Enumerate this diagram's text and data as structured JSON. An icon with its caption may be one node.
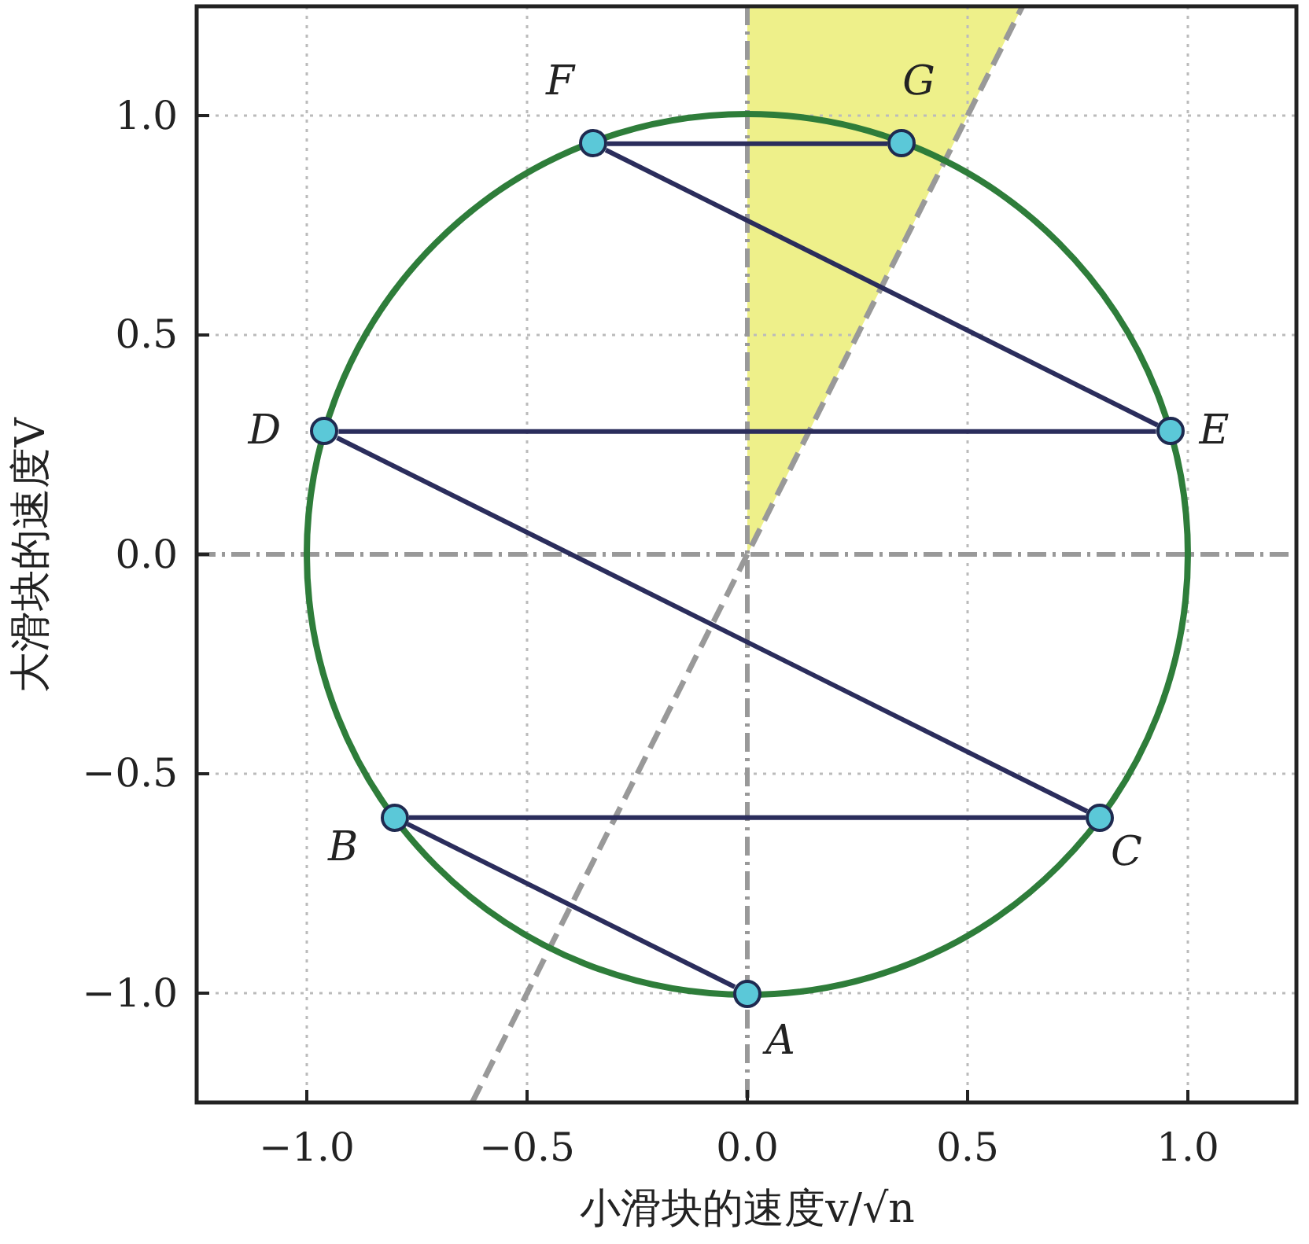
{
  "diagram": {
    "nodes": [
      {
        "text": [],
        "shape": "circle",
        "beside": [
          "A"
        ]
      },
      {
        "text": [],
        "shape": "circle",
        "beside": [
          "B"
        ]
      },
      {
        "text": [],
        "shape": "circle",
        "beside": [
          "C"
        ]
      },
      {
        "text": [],
        "shape": "circle",
        "beside": [
          "D"
        ]
      },
      {
        "text": [],
        "shape": "circle",
        "beside": [
          "E"
        ]
      },
      {
        "text": [],
        "shape": "circle",
        "beside": [
          "F"
        ]
      },
      {
        "text": [],
        "shape": "circle",
        "beside": [
          "G"
        ]
      }
    ],
    "edges": [
      {
        "from": 0,
        "to": 1,
        "arrow": "none"
      },
      {
        "from": 1,
        "to": 2,
        "arrow": "none"
      },
      {
        "from": 2,
        "to": 3,
        "arrow": "none"
      },
      {
        "from": 3,
        "to": 4,
        "arrow": "none"
      },
      {
        "from": 4,
        "to": 5,
        "arrow": "none"
      },
      {
        "from": 5,
        "to": 6,
        "arrow": "none"
      }
    ],
    "labels": [
      "1.0",
      "0.5",
      "0.0",
      "−0.5",
      "−1.0",
      "大滑块的速度V",
      "−1.0",
      "−0.5",
      "0.0",
      "0.5",
      "1.0",
      "小滑块的速度v/√n"
    ]
  }
}
